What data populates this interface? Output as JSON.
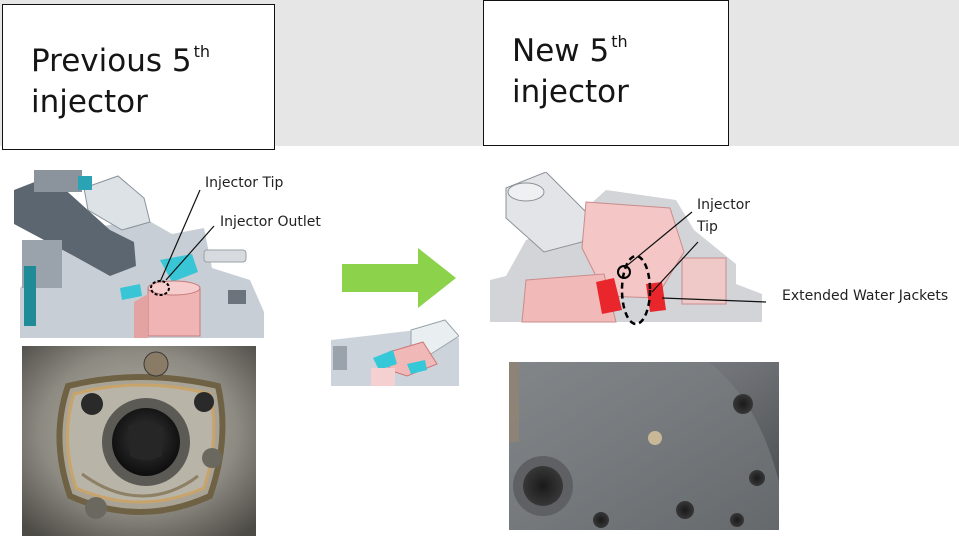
{
  "previous": {
    "title_line1": "Previous 5",
    "title_sup": "th",
    "title_line2": "injector",
    "label_tip": "Injector Tip",
    "label_outlet": "Injector Outlet"
  },
  "new": {
    "title_line1": "New 5",
    "title_sup": "th",
    "title_line2": "injector",
    "label_tip_line1": "Injector",
    "label_tip_line2": "Tip",
    "label_jackets": "Extended Water Jackets"
  },
  "colors": {
    "arrow": "#8cd24a",
    "coolant_cyan": "#35c8d8",
    "water_jacket_red": "#e8262b",
    "cad_pink": "#f2b8b8",
    "cad_gray": "#c9ced6"
  }
}
